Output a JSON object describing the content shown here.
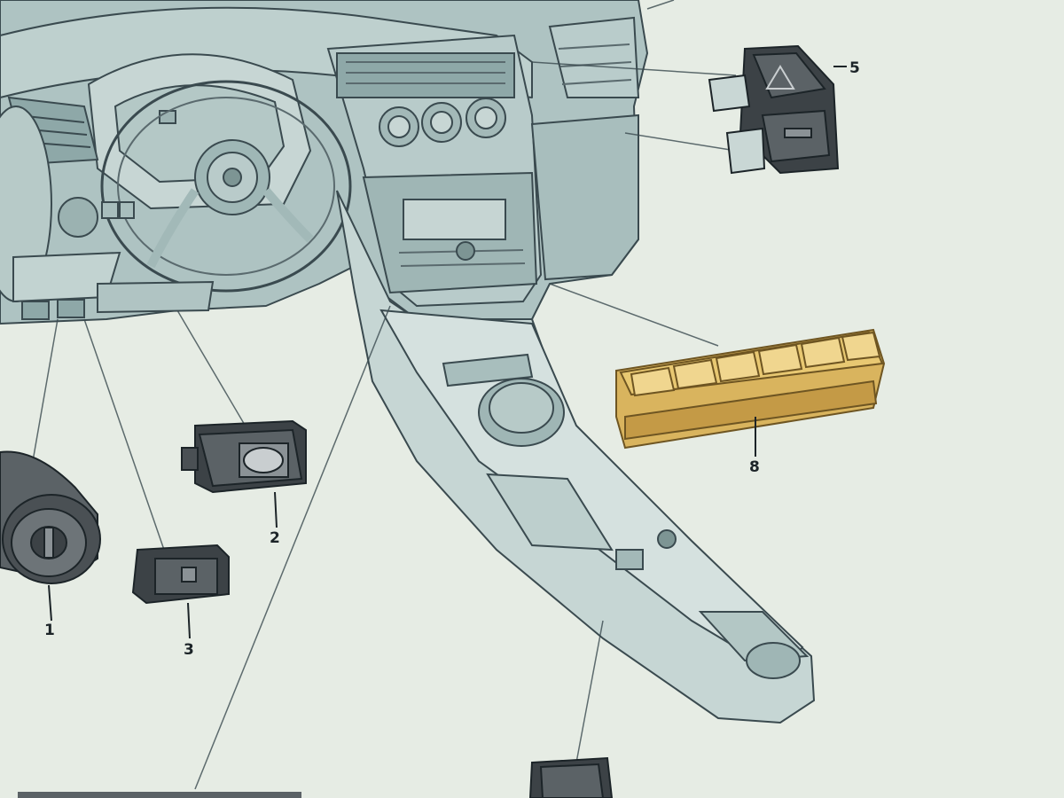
{
  "diagram": {
    "colors": {
      "paper": "#e6ece4",
      "shade_light": "#cfdcda",
      "shade_mid": "#aec3c2",
      "shade_dark": "#8ea8a8",
      "line": "#3a4a4f",
      "part_dark": "#2b3033",
      "part_mid": "#5b6266",
      "highlight": "#e8c872",
      "highlight_dark": "#b8923e"
    },
    "callouts": [
      {
        "id": "1",
        "label": "1",
        "part": "light-switch-knob"
      },
      {
        "id": "2",
        "label": "2",
        "part": "dimmer-switch"
      },
      {
        "id": "3",
        "label": "3",
        "part": "single-switch"
      },
      {
        "id": "5",
        "label": "5",
        "part": "hazard-warning-switch"
      },
      {
        "id": "8",
        "label": "8",
        "part": "center-switch-bank"
      }
    ]
  }
}
